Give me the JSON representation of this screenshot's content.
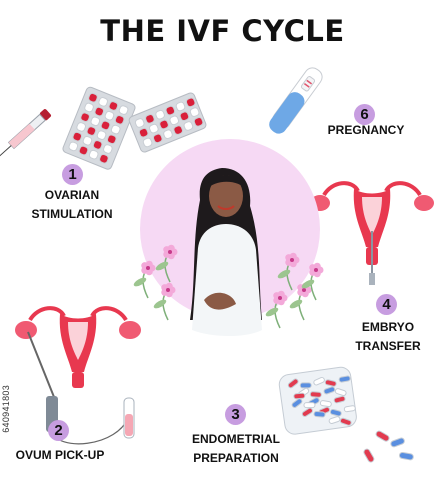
{
  "title": "THE IVF CYCLE",
  "steps": [
    {
      "number": "1",
      "lines": [
        "OVARIAN",
        "STIMULATION"
      ]
    },
    {
      "number": "2",
      "lines": [
        "OVUM PICK-UP"
      ]
    },
    {
      "number": "3",
      "lines": [
        "ENDOMETRIAL",
        "PREPARATION"
      ]
    },
    {
      "number": "4",
      "lines": [
        "EMBRYO",
        "TRANSFER"
      ]
    },
    {
      "number": "6",
      "lines": [
        "PREGNANCY"
      ]
    }
  ],
  "watermark": "640941803",
  "colors": {
    "badge": "#c79de0",
    "uterus": "#e8384f",
    "ovary": "#f05a72",
    "halo": "#f6d9f4",
    "test": "#6ea8e6",
    "pill_red": "#d9203a"
  },
  "icons": [
    "pill-blister-icon",
    "syringe-icon",
    "pregnancy-test-icon",
    "uterus-icon",
    "pill-jar-icon",
    "woman-illustration"
  ]
}
